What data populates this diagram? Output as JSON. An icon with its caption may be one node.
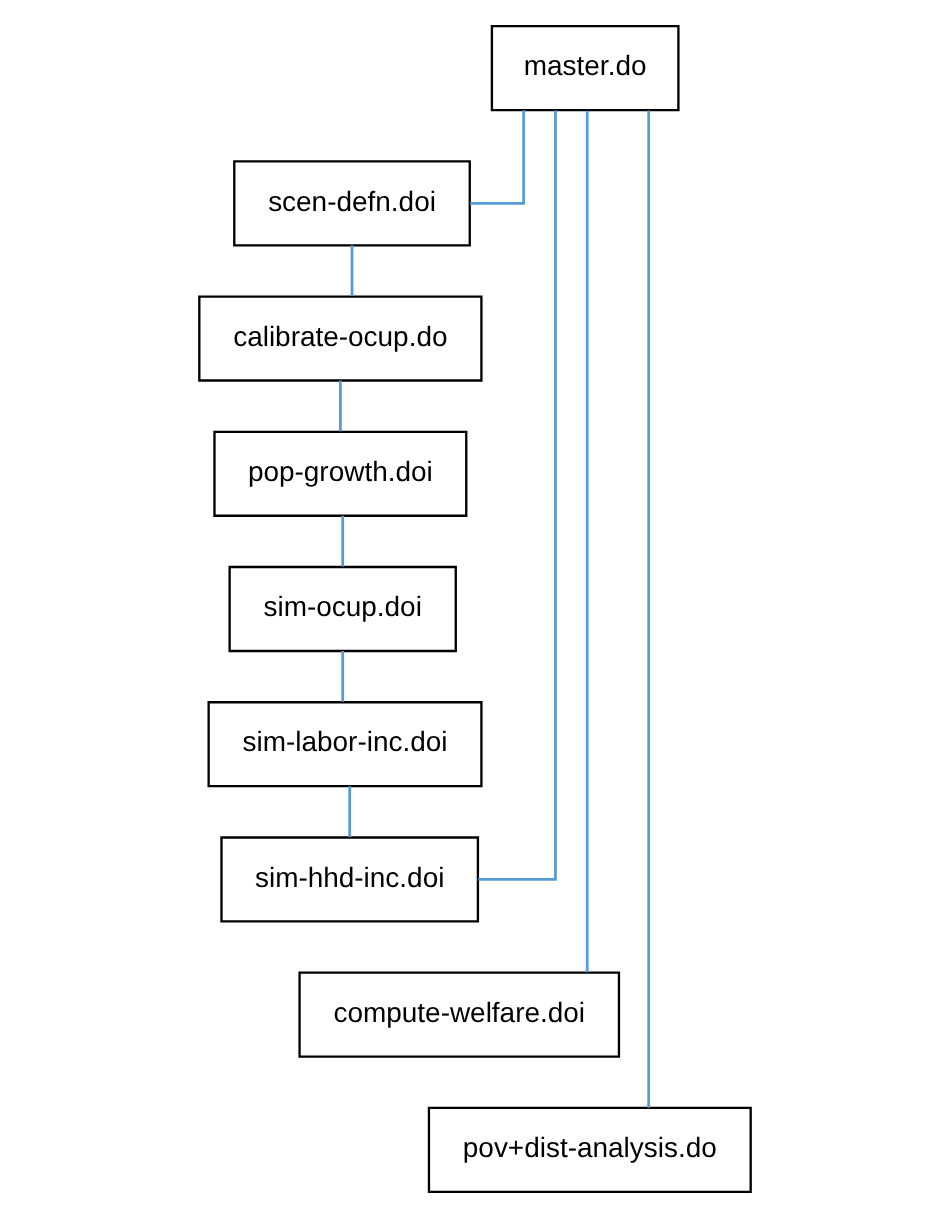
{
  "diagram": {
    "nodes": [
      {
        "text": [
          "master.do"
        ]
      },
      {
        "text": [
          "scen-defn.doi"
        ]
      },
      {
        "text": [
          "calibrate-ocup.do"
        ]
      },
      {
        "text": [
          "pop-growth.doi"
        ]
      },
      {
        "text": [
          "sim-ocup.doi"
        ]
      },
      {
        "text": [
          "sim-labor-inc.doi"
        ]
      },
      {
        "text": [
          "sim-hhd-inc.doi"
        ]
      },
      {
        "text": [
          "compute-welfare.doi"
        ]
      },
      {
        "text": [
          "pov+dist-analysis.do"
        ]
      }
    ],
    "edges": [
      {
        "from": 0,
        "to": 1,
        "arrow": "none"
      },
      {
        "from": 1,
        "to": 2,
        "arrow": "none"
      },
      {
        "from": 2,
        "to": 3,
        "arrow": "none"
      },
      {
        "from": 3,
        "to": 4,
        "arrow": "none"
      },
      {
        "from": 4,
        "to": 5,
        "arrow": "none"
      },
      {
        "from": 5,
        "to": 6,
        "arrow": "none"
      },
      {
        "from": 6,
        "to": 0,
        "arrow": "none"
      },
      {
        "from": 0,
        "to": 7,
        "arrow": "none"
      },
      {
        "from": 0,
        "to": 8,
        "arrow": "none"
      }
    ]
  }
}
